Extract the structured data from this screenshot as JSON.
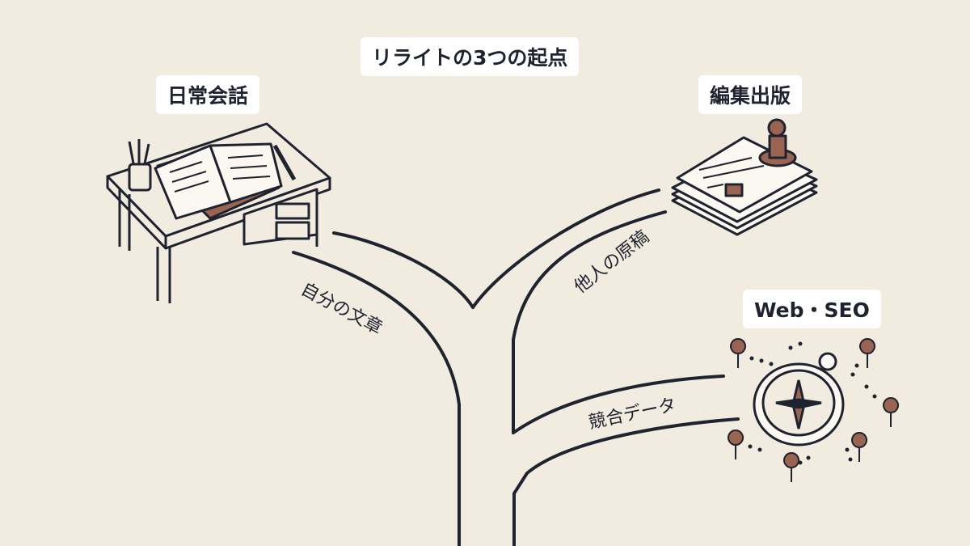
{
  "title": "リライトの3つの起点",
  "origins": [
    {
      "label": "日常会話",
      "icon": "desk-with-notebook-icon"
    },
    {
      "label": "編集出版",
      "icon": "manuscript-stack-with-stamp-icon"
    },
    {
      "label": "Web・SEO",
      "icon": "compass-with-map-pins-icon"
    }
  ],
  "paths": [
    {
      "label": "自分の文章"
    },
    {
      "label": "他人の原稿"
    },
    {
      "label": "競合データ"
    }
  ],
  "colors": {
    "background": "#f1ecdf",
    "ink": "#1f2330",
    "accent": "#9a6452",
    "label_bg": "#ffffff"
  }
}
